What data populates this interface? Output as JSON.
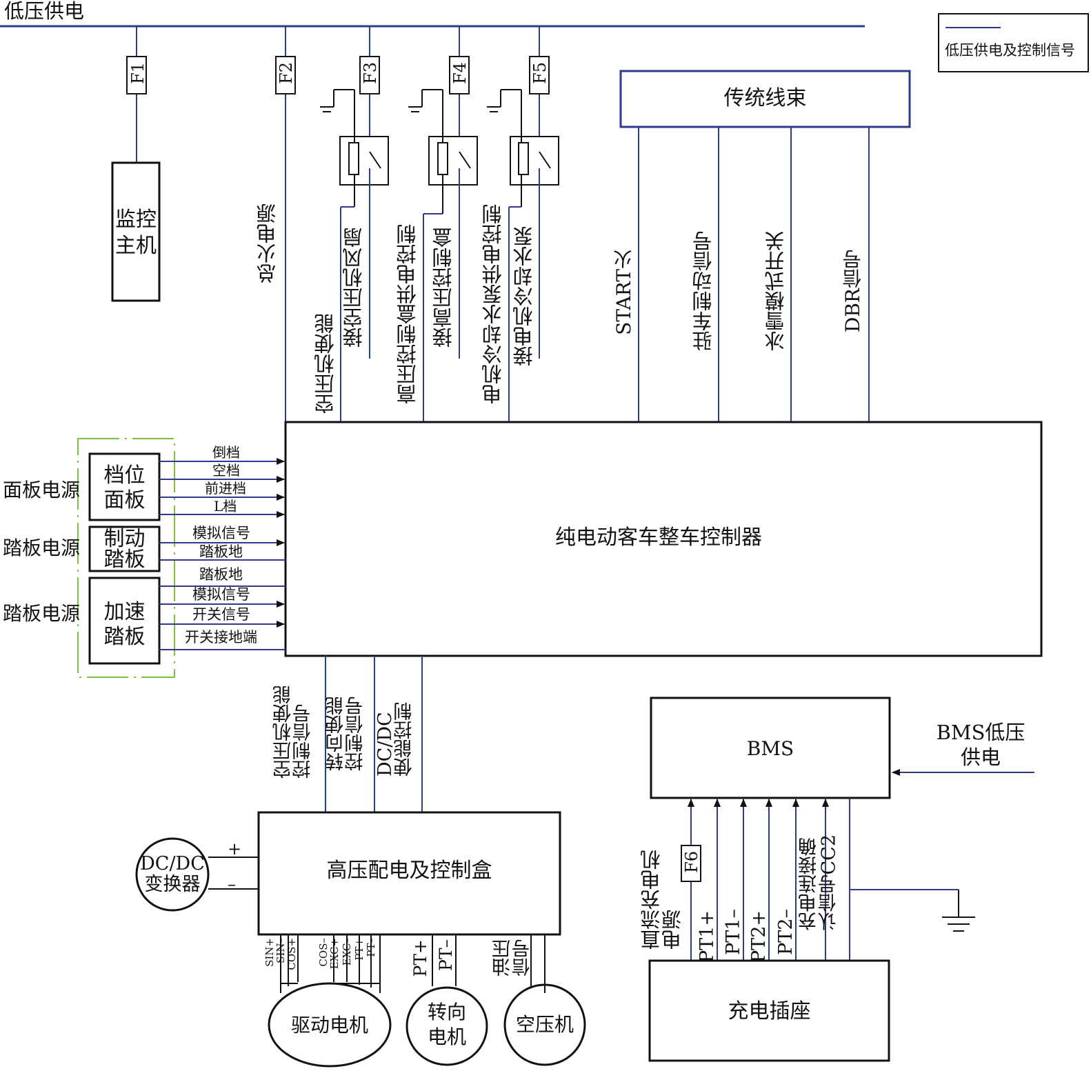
{
  "bus": {
    "label": "低压供电"
  },
  "legend": {
    "label": "低压供电及控制信号"
  },
  "fuses": [
    "F1",
    "F2",
    "F3",
    "F4",
    "F5",
    "F6"
  ],
  "monitor": {
    "label": "监控\n主机"
  },
  "harness": {
    "label": "传统线束"
  },
  "vcu": {
    "label": "纯电动客车整车控制器"
  },
  "top_signals": {
    "main_power": "总火电源",
    "ac_enable": "空压机使能",
    "ac_fan": "接空压机风扇",
    "hv_ctrl": "高压控制盒供电控制",
    "hv_box": "接高压控制盒",
    "pump_ctrl": "电机冷却水泵供电控制",
    "pump": "接电机冷却水泵",
    "start": "START火",
    "park": "驻车制动信号",
    "snow": "冰雪模式开关",
    "dbr": "DBR信号"
  },
  "gear_panel": {
    "label": "档位\n面板",
    "power": "面板电源",
    "signals": [
      "倒档",
      "空档",
      "前进档",
      "L档"
    ]
  },
  "brake_pedal": {
    "label": "制动\n踏板",
    "power": "踏板电源",
    "signals": [
      "模拟信号",
      "踏板地"
    ]
  },
  "accel_pedal": {
    "label": "加速\n踏板",
    "power": "踏板电源",
    "signals": [
      "踏板地",
      "模拟信号",
      "开关信号",
      "开关接地端"
    ]
  },
  "bottom_signals": {
    "ac_sig": "空压机使能\n控制信号",
    "steer_sig": "转向使能\n控制信号",
    "dcdc_sig": "DC/DC\n使能控制"
  },
  "hv_box": {
    "label": "高压配电及控制盒"
  },
  "dcdc": {
    "label": "DC/DC\n变换器",
    "plus": "+",
    "minus": "–"
  },
  "motor_signals": [
    "SIN+",
    "SIN–",
    "COS+",
    "COS–",
    "EXC+",
    "EXC–",
    "PT+",
    "PT–"
  ],
  "steer_signals": [
    "PT+",
    "PT–"
  ],
  "oil_signal": "油压\n信号",
  "drive_motor": {
    "label": "驱动电机"
  },
  "steer_motor": {
    "label": "转向\n电机"
  },
  "compressor": {
    "label": "空压机"
  },
  "bms": {
    "label": "BMS",
    "supply": "BMS低压\n供电"
  },
  "charge_signals": {
    "dc_power": "直流充电机\n电源",
    "pt1p": "PT1+",
    "pt1m": "PT1–",
    "pt2p": "PT2+",
    "pt2m": "PT2–",
    "cc2": "充电连接确\n认信号CC2"
  },
  "charger": {
    "label": "充电插座"
  },
  "colors": {
    "signal_line": "#2e3a8c",
    "box": "#111111",
    "dashed_group": "#7cc242"
  }
}
